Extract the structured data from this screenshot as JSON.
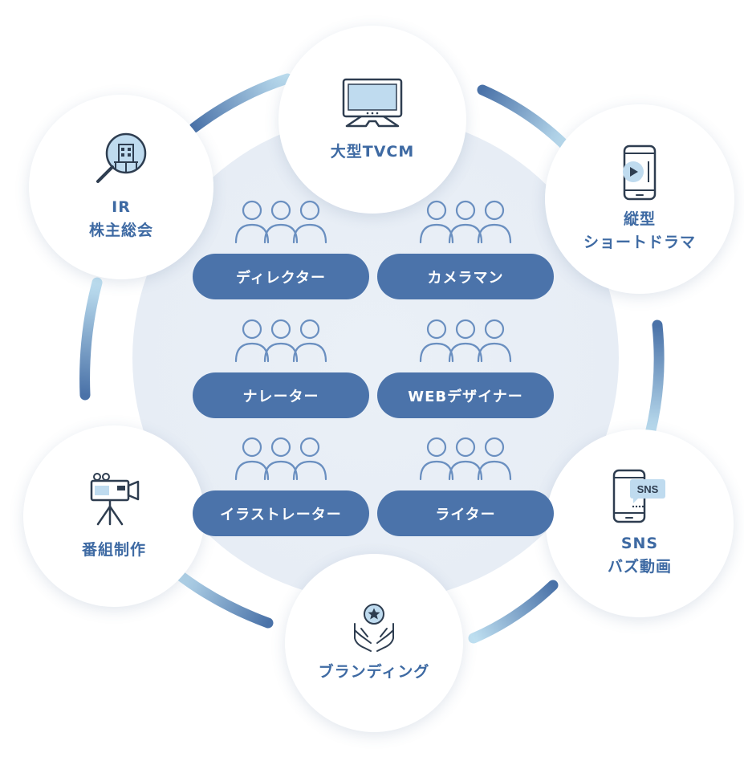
{
  "nodes": [
    {
      "id": "tvcm",
      "lines": [
        "大型TVCM"
      ],
      "icon": "tv-monitor-icon"
    },
    {
      "id": "shortdrama",
      "lines": [
        "縦型",
        "ショートドラマ"
      ],
      "icon": "smartphone-play-icon"
    },
    {
      "id": "sns",
      "lines": [
        "SNS",
        "バズ動画"
      ],
      "icon": "smartphone-sns-icon",
      "icon_text": "SNS"
    },
    {
      "id": "branding",
      "lines": [
        "ブランディング"
      ],
      "icon": "hands-star-icon"
    },
    {
      "id": "program",
      "lines": [
        "番組制作"
      ],
      "icon": "video-camera-tripod-icon"
    },
    {
      "id": "ir",
      "lines": [
        "IR",
        "株主総会"
      ],
      "icon": "magnifier-building-icon"
    }
  ],
  "roles": [
    {
      "label": "ディレクター",
      "icon": "people-group-icon"
    },
    {
      "label": "カメラマン",
      "icon": "people-group-icon"
    },
    {
      "label": "ナレーター",
      "icon": "people-group-icon"
    },
    {
      "label": "WEBデザイナー",
      "icon": "people-group-icon"
    },
    {
      "label": "イラストレーター",
      "icon": "people-group-icon"
    },
    {
      "label": "ライター",
      "icon": "people-group-icon"
    }
  ],
  "colors": {
    "pill": "#4b73aa",
    "node_text": "#3e6aa3",
    "arc_dark": "#4a72a8",
    "arc_light": "#bfe0f1",
    "disc": "#e7edf5",
    "icon_stroke": "#2e3d50",
    "people_stroke": "#6a8fc0"
  }
}
